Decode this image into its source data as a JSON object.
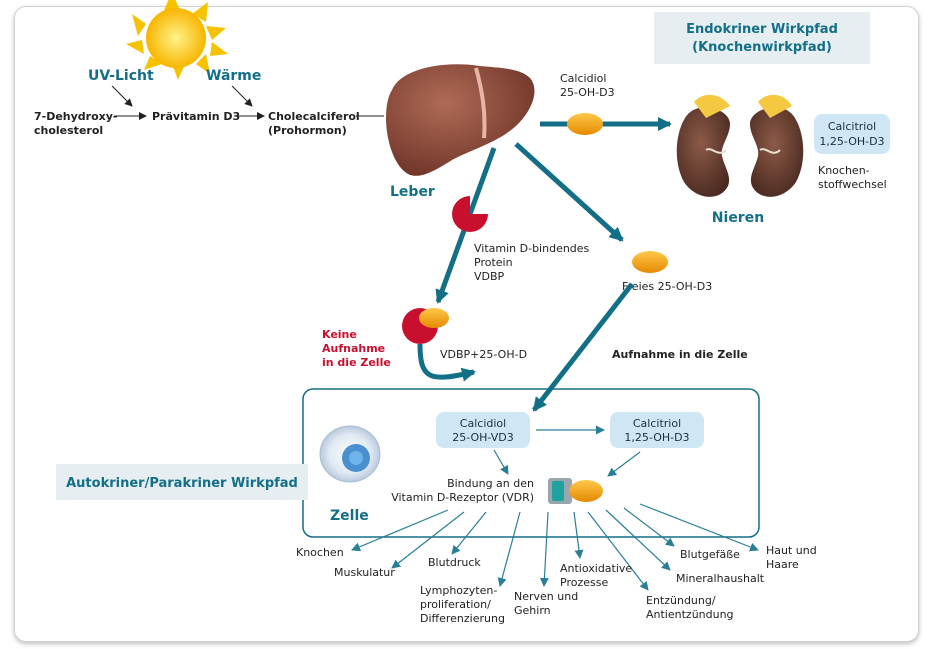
{
  "labels": {
    "uv_light": "UV-Licht",
    "warmth": "Wärme",
    "dehydro_1": "7-Dehydroxy-",
    "dehydro_2": "cholesterol",
    "previtamin": "Prävitamin D3",
    "chole_1": "Cholecalciferol",
    "chole_2": "(Prohormon)",
    "liver": "Leber",
    "calcidiol_1": "Calcidiol",
    "calcidiol_2": "25-OH-D3",
    "endo_title_1": "Endokriner Wirkpfad",
    "endo_title_2": "(Knochenwirkpfad)",
    "kidneys": "Nieren",
    "calcitriol_top_1": "Calcitriol",
    "calcitriol_top_2": "1,25-OH-D3",
    "bone_meta_1": "Knochen-",
    "bone_meta_2": "stoffwechsel",
    "vdbp_1": "Vitamin D-bindendes",
    "vdbp_2": "Protein",
    "vdbp_3": "VDBP",
    "free_25": "Freies 25-OH-D3",
    "no_uptake_1": "Keine",
    "no_uptake_2": "Aufnahme",
    "no_uptake_3": "in die Zelle",
    "vdbp_complex": "VDBP+25-OH-D",
    "uptake_cell": "Aufnahme in die Zelle",
    "auto_title": "Autokriner/Parakriner Wirkpfad",
    "cell": "Zelle",
    "calcidiol_cell_1": "Calcidiol",
    "calcidiol_cell_2": "25-OH-VD3",
    "calcitriol_cell_1": "Calcitriol",
    "calcitriol_cell_2": "1,25-OH-D3",
    "binding_1": "Bindung an den",
    "binding_2": "Vitamin D-Rezeptor (VDR)",
    "knochen": "Knochen",
    "muskulatur": "Muskulatur",
    "blutdruck": "Blutdruck",
    "lympho_1": "Lymphozyten-",
    "lympho_2": "proliferation/",
    "lympho_3": "Differenzierung",
    "nerven_1": "Nerven und",
    "nerven_2": "Gehirn",
    "antiox_1": "Antioxidative",
    "antiox_2": "Prozesse",
    "entz_1": "Entzündung/",
    "entz_2": "Antientzündung",
    "mineral": "Mineralhaushalt",
    "blutgef": "Blutgefäße",
    "haut_1": "Haut und",
    "haut_2": "Haare"
  },
  "colors": {
    "teal": "#136f86",
    "light_blue_box": "#cfe7f5",
    "title_box": "#e6eef2",
    "orange": "#f39c12",
    "red": "#c8102e",
    "liver": "#8b4a3a"
  }
}
